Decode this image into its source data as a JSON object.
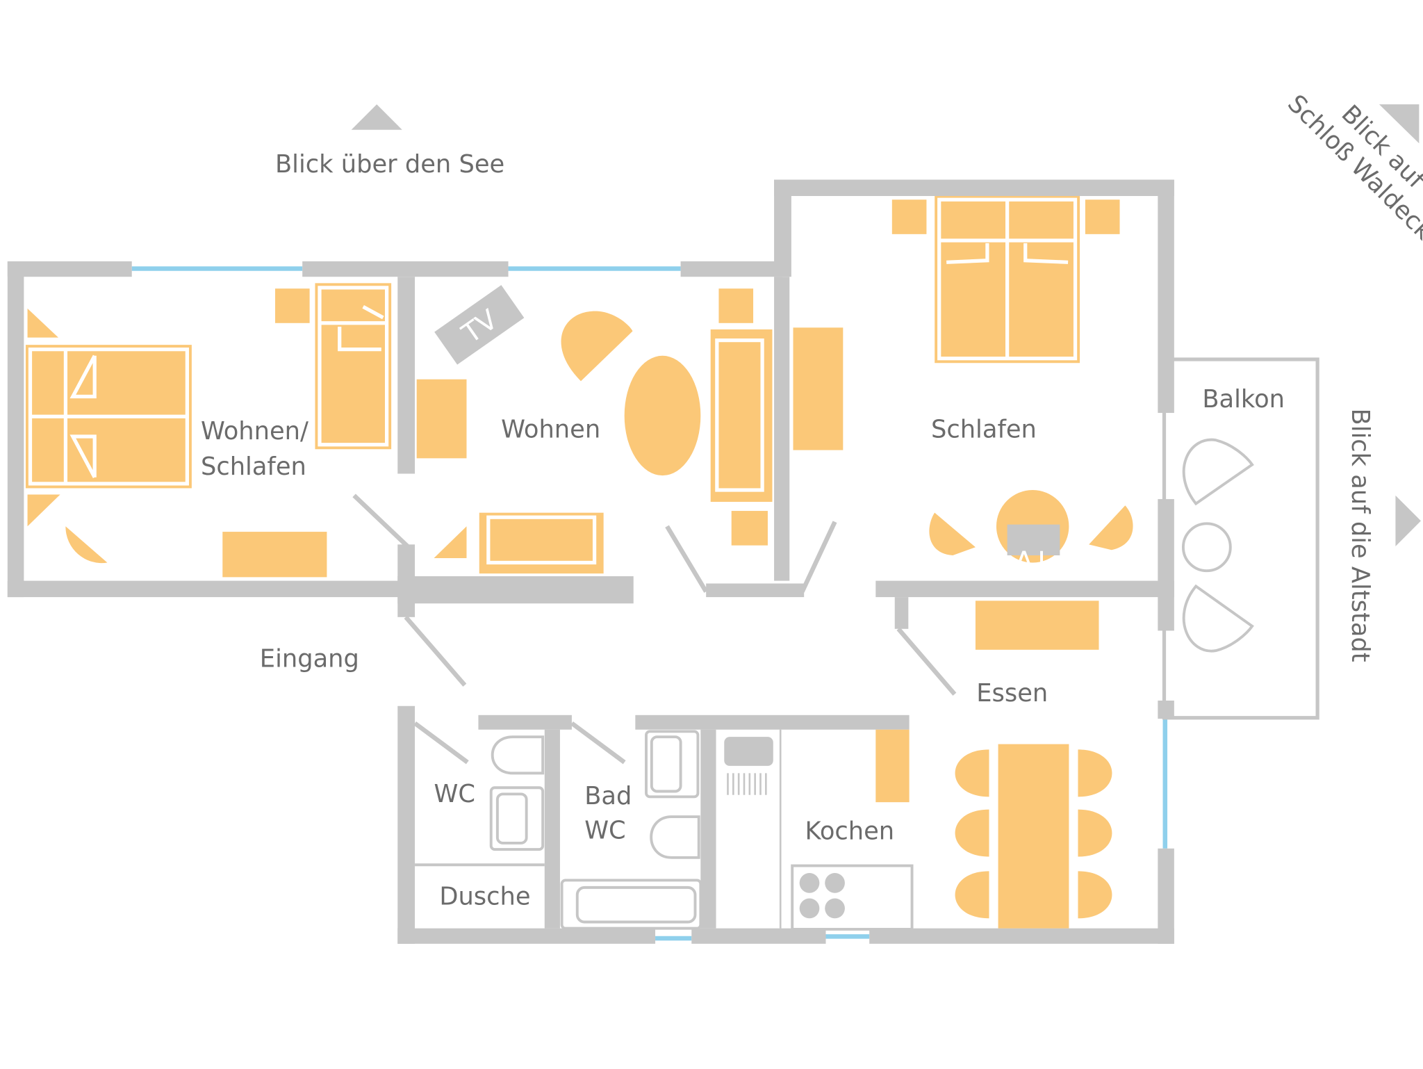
{
  "labels": {
    "view_lake": "Blick über den See",
    "view_castle_1": "Blick auf",
    "view_castle_2": "Schloß Waldeck",
    "view_oldtown": "Blick auf die Altstadt",
    "room_living_sleeping_1": "Wohnen/",
    "room_living_sleeping_2": "Schlafen",
    "room_living": "Wohnen",
    "room_bedroom": "Schlafen",
    "room_balcony": "Balkon",
    "room_entrance": "Eingang",
    "room_dining": "Essen",
    "room_wc": "WC",
    "room_bath_1": "Bad",
    "room_bath_2": "WC",
    "room_shower": "Dusche",
    "room_kitchen": "Kochen",
    "tv_1": "TV",
    "tv_2": "TV"
  },
  "colors": {
    "wall": "#c6c6c6",
    "furniture": "#fbc878",
    "window": "#8fd0ec",
    "text": "#6b6b6b"
  }
}
